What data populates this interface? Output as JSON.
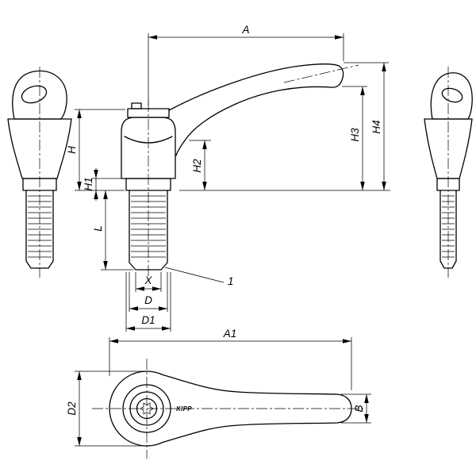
{
  "drawing": {
    "background": "#ffffff",
    "line_color": "#000000",
    "dimensions": {
      "A": "A",
      "A1": "A1",
      "B": "B",
      "D": "D",
      "D1": "D1",
      "D2": "D2",
      "H": "H",
      "H1": "H1",
      "H2": "H2",
      "H3": "H3",
      "H4": "H4",
      "L": "L",
      "X": "X"
    },
    "callout": {
      "item": "1"
    },
    "logo": "KIPP"
  }
}
